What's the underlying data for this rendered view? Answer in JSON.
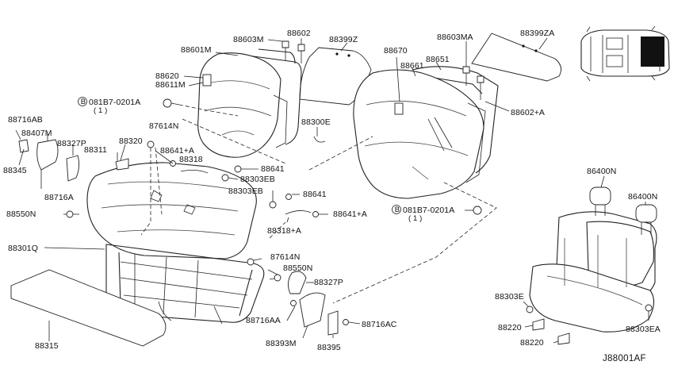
{
  "labels": {
    "p88603M": "88603M",
    "p88602": "88602",
    "p88399Z": "88399Z",
    "p88601M": "88601M",
    "p88620": "88620",
    "p88611M": "88611M",
    "p08187a": "081B7-0201A",
    "p08187a_qty": "( 1 )",
    "p88716AB": "88716AB",
    "p88407M": "88407M",
    "p88327P_top": "88327P",
    "p88345": "88345",
    "p88716A": "88716A",
    "p88550N_left": "88550N",
    "p88320": "88320",
    "p88311": "88311",
    "p87614N_top": "87614N",
    "p88641A_top": "88641+A",
    "p88318": "88318",
    "p88641_top": "88641",
    "p88303EB_1": "88303EB",
    "p88303EB_2": "88303EB",
    "p88641_mid": "88641",
    "p88641A_mid": "88641+A",
    "p88318A": "88318+A",
    "p88300E": "88300E",
    "p88670": "88670",
    "p88661": "88661",
    "p88651": "88651",
    "p88603MA": "88603MA",
    "p88399ZA": "88399ZA",
    "p88602A": "88602+A",
    "p08187b": "081B7-0201A",
    "p08187b_qty": "( 1 )",
    "p88301Q": "88301Q",
    "p87614N_bot": "87614N",
    "p88550N_bot": "88550N",
    "p88327P_bot": "88327P",
    "p88716AA": "88716AA",
    "p88716AC": "88716AC",
    "p88393M": "88393M",
    "p88395": "88395",
    "p88315": "88315",
    "p86400N_1": "86400N",
    "p86400N_2": "86400N",
    "p88303E": "88303E",
    "p88303EA": "88303EA",
    "p88220_1": "88220",
    "p88220_2": "88220",
    "bolt_mark": "B",
    "diagram_code": "J88001AF"
  }
}
